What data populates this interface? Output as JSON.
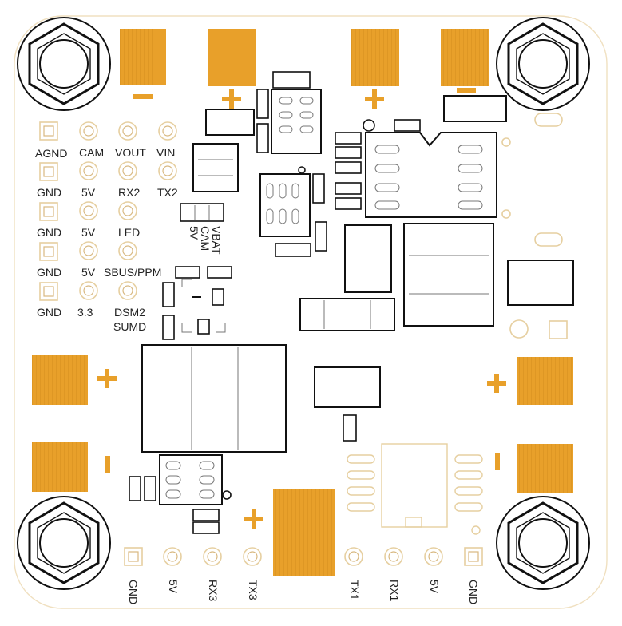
{
  "pad_color": "#e8a02a",
  "line_color": "#111111",
  "ring_color": "#e6cfa0",
  "labels": {
    "agnd": "AGND",
    "cam": "CAM",
    "vout": "VOUT",
    "vin": "VIN",
    "gnd1": "GND",
    "v5a": "5V",
    "rx2": "RX2",
    "tx2": "TX2",
    "gnd2": "GND",
    "v5b": "5V",
    "led": "LED",
    "gnd3": "GND",
    "v5c": "5V",
    "sbus": "SBUS/PPM",
    "gnd4": "GND",
    "v33": "3.3",
    "dsm2": "DSM2",
    "sumd": "SUMD",
    "vbat": "VBAT",
    "cam2": "CAM",
    "v5d": "5V"
  },
  "bottom_labels": {
    "gnd_l": "GND",
    "v5_l": "5V",
    "rx3": "RX3",
    "tx3": "TX3",
    "tx1": "TX1",
    "rx1": "RX1",
    "v5_r": "5V",
    "gnd_r": "GND"
  },
  "pad_signs": {
    "top1": "−",
    "top2": "+",
    "top3": "+",
    "top4": "−",
    "left1": "+",
    "left2": "−",
    "right1": "+",
    "right2": "−",
    "bottom": "+"
  }
}
